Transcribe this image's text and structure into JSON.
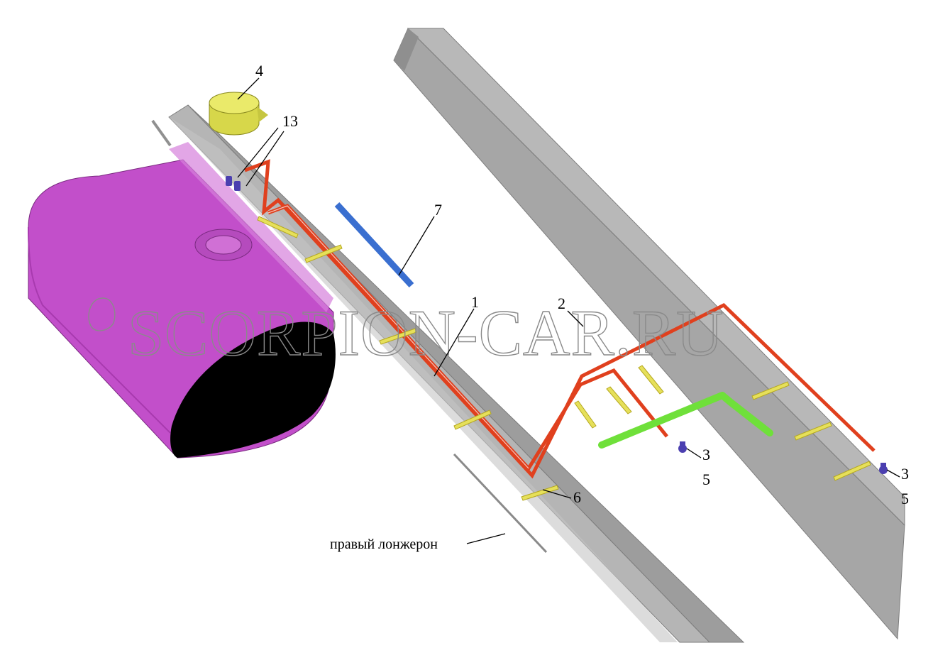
{
  "callouts": {
    "c1": "1",
    "c2": "2",
    "c3a": "3",
    "c3b": "3",
    "c4": "4",
    "c5a": "5",
    "c5b": "5",
    "c6": "6",
    "c7": "7",
    "c13": "13"
  },
  "caption": "правый лонжерон",
  "watermark": "SCORPION-CAR.RU",
  "colors": {
    "tank": "#c050c8",
    "cap": "#d9d94a",
    "rail": "#a9a9a9",
    "pipe_red": "#e0401e",
    "pipe_green": "#6fe03a",
    "bar_blue": "#3a6fd0",
    "clip_yellow": "#e6e05a",
    "fitting_purple": "#4b3fb0"
  }
}
